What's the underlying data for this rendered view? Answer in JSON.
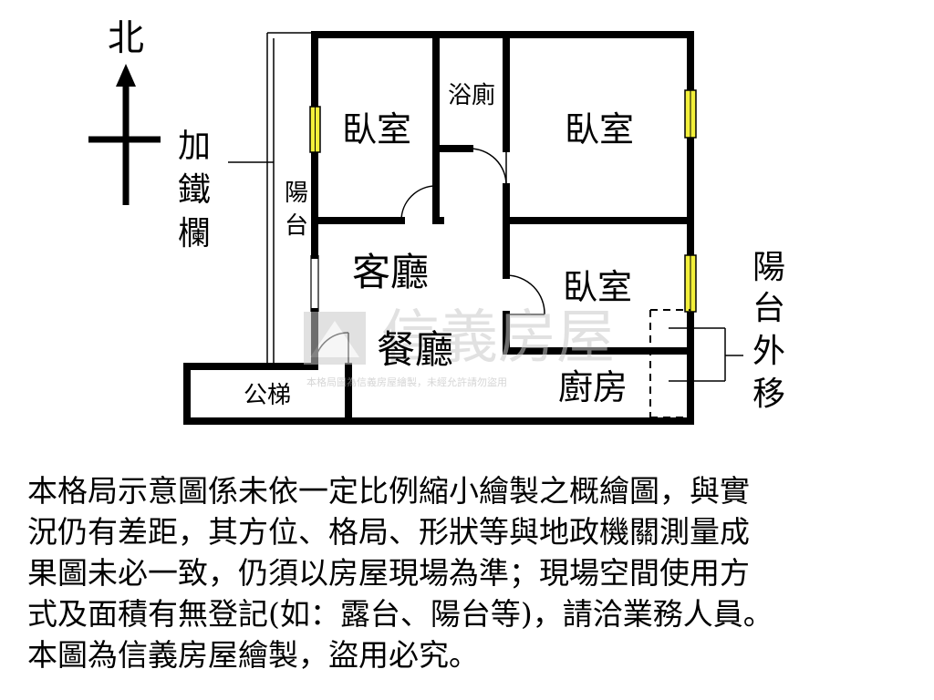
{
  "compass": {
    "north_label": "北"
  },
  "rooms": {
    "bedroom_nw": "臥室",
    "bathroom": "浴廁",
    "bedroom_ne": "臥室",
    "balcony": [
      "陽",
      "台"
    ],
    "living_room": "客廳",
    "bedroom_se": "臥室",
    "dining_room": "餐廳",
    "public_stairs": "公梯",
    "kitchen": "廚房"
  },
  "annotations": {
    "iron_railing": [
      "加",
      "鐵",
      "欄"
    ],
    "balcony_moved_out": [
      "陽",
      "台",
      "外",
      "移"
    ]
  },
  "watermark": {
    "brand": "信義房屋",
    "notice": "本格局圖為信義房屋繪製，未經允許請勿盜用"
  },
  "disclaimer_lines": [
    "本格局示意圖係未依一定比例縮小繪製之概繪圖，與實",
    "況仍有差距，其方位、格局、形狀等與地政機關測量成",
    "果圖未必一致，仍須以房屋現場為準；現場空間使用方",
    "式及面積有無登記(如：露台、陽台等)，請洽業務人員。",
    "本圖為信義房屋繪製，盜用必究。"
  ],
  "colors": {
    "wall": "#000000",
    "window": "#f2ef3a",
    "watermark": "#c9c9c9"
  }
}
